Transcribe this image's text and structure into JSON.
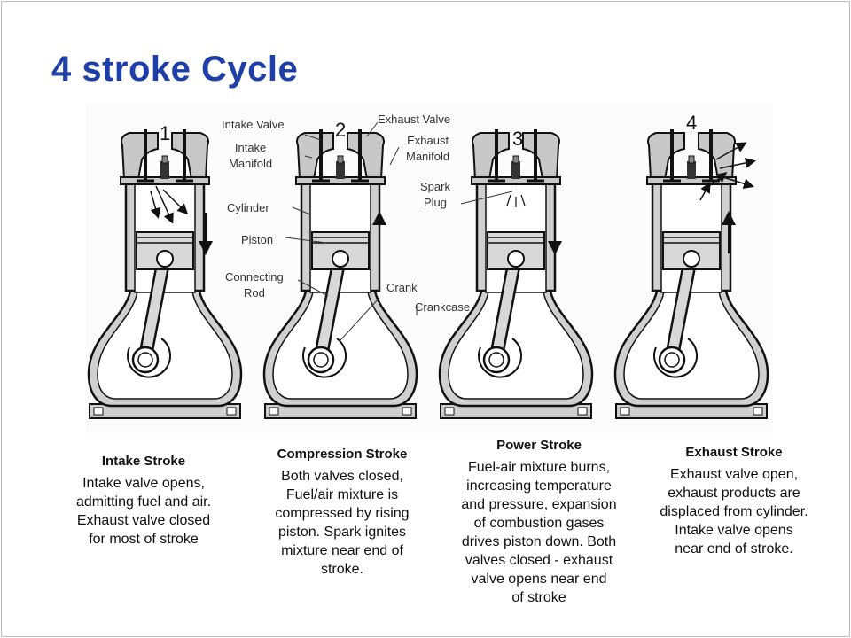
{
  "title": "4 stroke Cycle",
  "stroke_numbers": [
    "1",
    "2",
    "3",
    "4"
  ],
  "part_labels": {
    "intake_valve": "Intake Valve",
    "intake_manifold": "Intake\nManifold",
    "cylinder": "Cylinder",
    "piston": "Piston",
    "connecting_rod": "Connecting\nRod",
    "exhaust_valve": "Exhaust Valve",
    "exhaust_manifold": "Exhaust\nManifold",
    "spark_plug": "Spark\nPlug",
    "crank": "Crank",
    "crankcase": "Crankcase"
  },
  "strokes": [
    {
      "heading": "Intake Stroke",
      "body": "Intake valve opens,\nadmitting fuel and air.\nExhaust valve closed\nfor most of stroke"
    },
    {
      "heading": "Compression Stroke",
      "body": "Both valves closed,\nFuel/air mixture is\ncompressed by rising\npiston.  Spark ignites\nmixture near end of\nstroke."
    },
    {
      "heading": "Power Stroke",
      "body": "Fuel-air mixture burns,\nincreasing temperature\nand pressure, expansion\nof combustion gases\ndrives piston down.  Both\nvalves closed - exhaust\nvalve opens near end\nof stroke"
    },
    {
      "heading": "Exhaust Stroke",
      "body": "Exhaust valve open,\nexhaust products are\ndisplaced from cylinder.\nIntake valve opens\nnear end of stroke."
    }
  ],
  "colors": {
    "title": "#1f3fa8",
    "engine_fill": "#d0d0d0",
    "engine_stroke": "#111111"
  }
}
